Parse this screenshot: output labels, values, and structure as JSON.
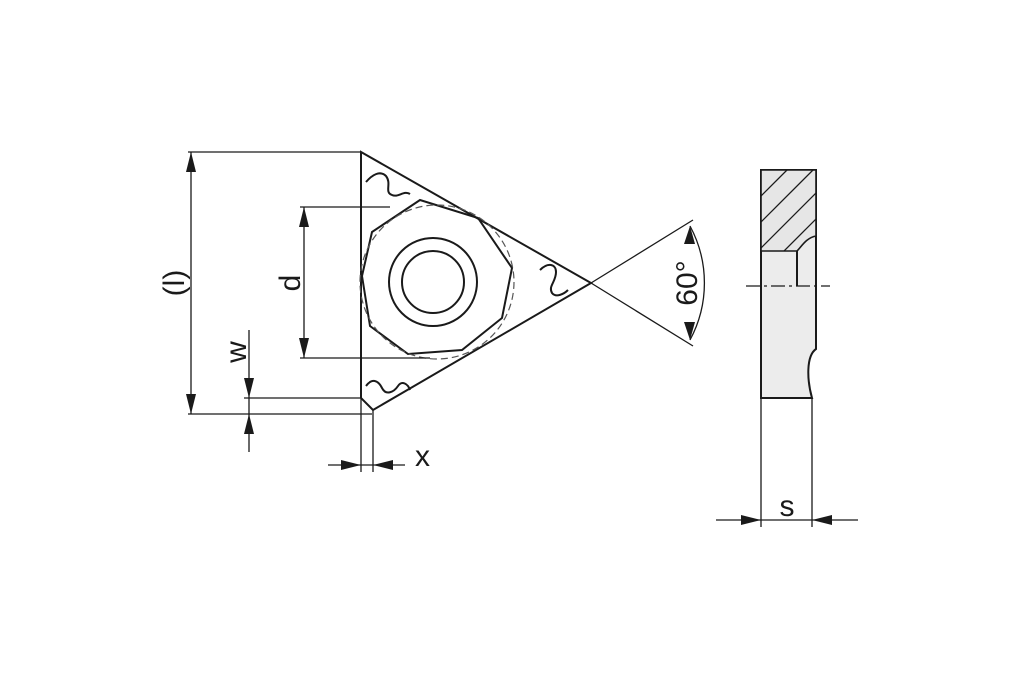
{
  "labels": {
    "l": "(l)",
    "d": "d",
    "w": "w",
    "x": "x",
    "s": "s",
    "angle": "60°"
  },
  "colors": {
    "line": "#1a1a1a",
    "section_fill": "#ececec",
    "hatch_fill": "#e6e6e6"
  }
}
